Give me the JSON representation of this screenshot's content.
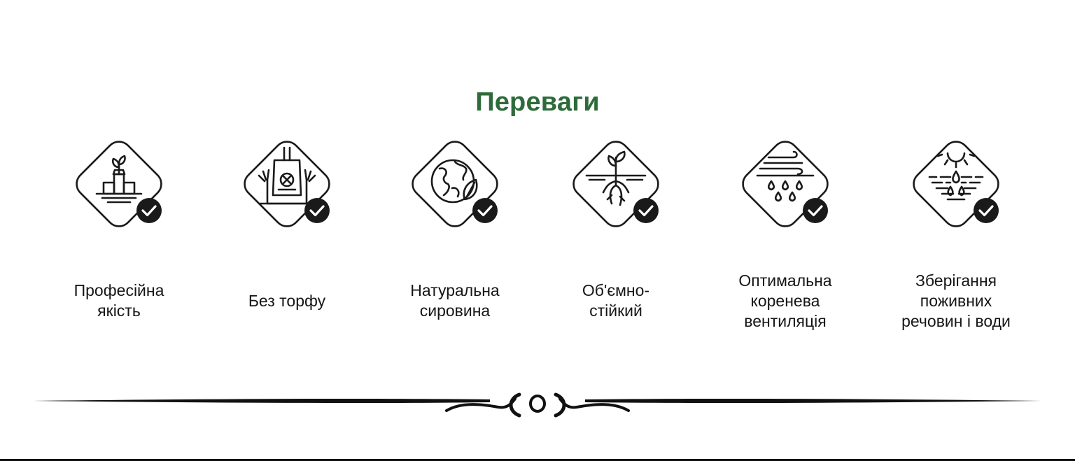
{
  "section": {
    "title": "Переваги",
    "title_color": "#2e6b3a"
  },
  "features": [
    {
      "icon": "seedling-in-pot-icon",
      "label": "Професійна\nякість"
    },
    {
      "icon": "peat-free-bag-icon",
      "label": "Без торфу"
    },
    {
      "icon": "globe-leaf-icon",
      "label": "Натуральна\nсировина"
    },
    {
      "icon": "plant-roots-icon",
      "label": "Об'ємно-\nстійкий"
    },
    {
      "icon": "wind-water-drops-icon",
      "label": "Оптимальна\nкоренева\nвентиляція"
    },
    {
      "icon": "sun-water-drops-icon",
      "label": "Зберігання\nпоживних\nречовин і води"
    }
  ],
  "colors": {
    "icon_stroke": "#1a1a1a",
    "check_badge": "#1a1a1a",
    "text": "#161616"
  }
}
